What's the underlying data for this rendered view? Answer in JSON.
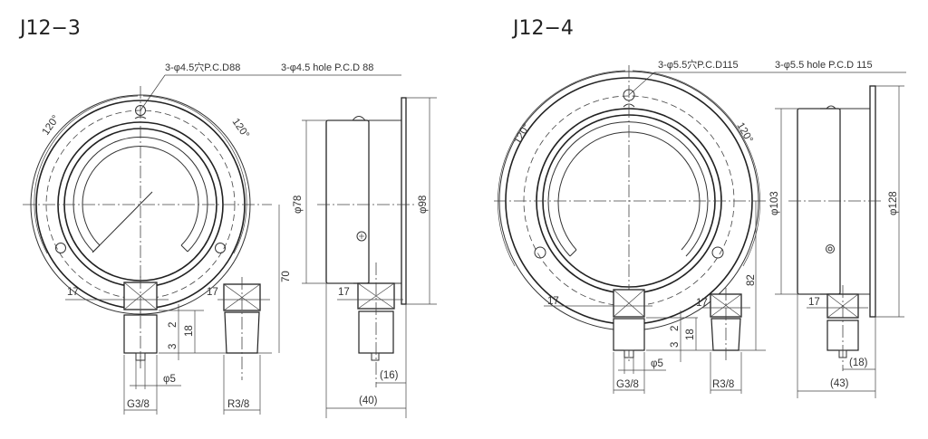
{
  "drawings": [
    {
      "model": "J12−3",
      "hole_note_jp": "3-φ4.5穴P.C.D88",
      "hole_note_en": "3-φ4.5 hole P.C.D 88",
      "angle_left": "120°",
      "angle_right": "120°",
      "case_diameter": "φ78",
      "flange_diameter": "φ98",
      "center_height": "70",
      "hex_size_front": "17",
      "hex_size_taper": "17",
      "hex_size_side": "17",
      "thread_len_a": "2",
      "thread_len_b": "3",
      "thread_len_total": "18",
      "pin_diameter": "φ5",
      "thread_parallel": "G3/8",
      "thread_taper": "R3/8",
      "offset_depth": "(16)",
      "total_depth": "(40)"
    },
    {
      "model": "J12−4",
      "hole_note_jp": "3-φ5.5穴P.C.D115",
      "hole_note_en": "3-φ5.5 hole P.C.D 115",
      "angle_left": "120°",
      "angle_right": "120°",
      "case_diameter": "φ103",
      "flange_diameter": "φ128",
      "center_height": "82",
      "hex_size_front": "17",
      "hex_size_taper": "17",
      "hex_size_side": "17",
      "thread_len_a": "2",
      "thread_len_b": "3",
      "thread_len_total": "18",
      "pin_diameter": "φ5",
      "thread_parallel": "G3/8",
      "thread_taper": "R3/8",
      "offset_depth": "(18)",
      "total_depth": "(43)"
    }
  ]
}
